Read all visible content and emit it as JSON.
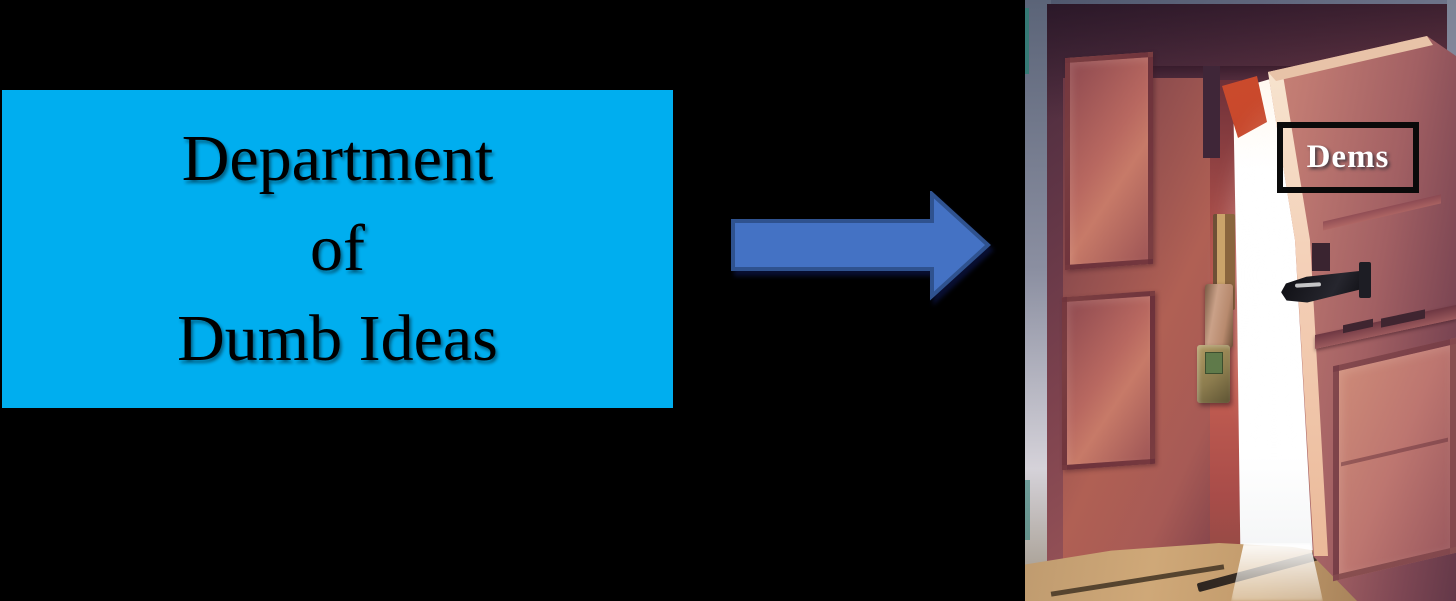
{
  "canvas": {
    "background_color": "#000000"
  },
  "department_box": {
    "lines": [
      "Department",
      "of",
      "Dumb Ideas"
    ],
    "background_color": "#00AEEF",
    "text_color": "#000000"
  },
  "arrow": {
    "icon": "right-arrow-icon",
    "direction": "right",
    "fill_color": "#4472C4",
    "border_color": "#2F528F"
  },
  "door_image": {
    "sign_label": "Dems",
    "sign_border_color": "#000000",
    "sign_text_color": "#FFFFFF",
    "door_color": "#B06054",
    "open_door_color": "#D4917C",
    "light_color": "#FFFFFF"
  }
}
